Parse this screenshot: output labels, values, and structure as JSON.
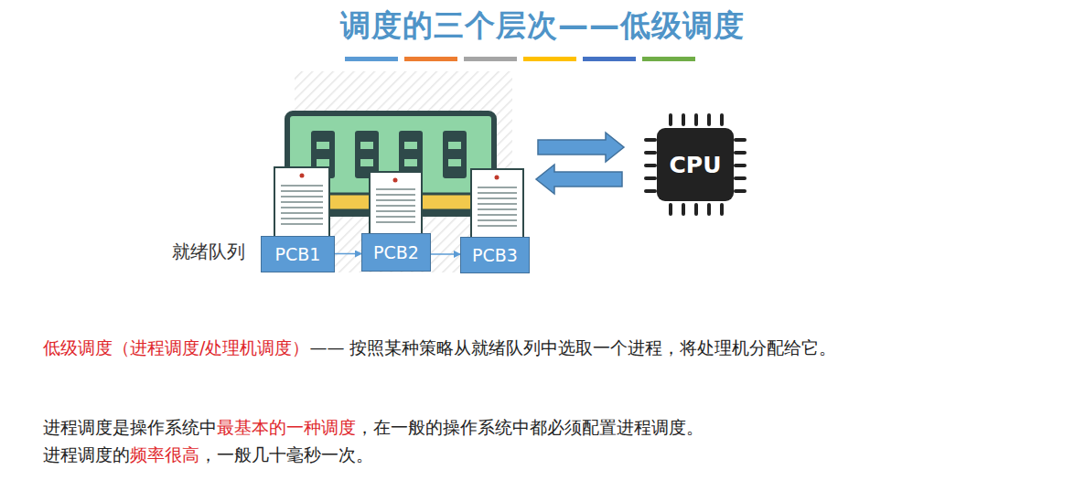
{
  "diagram": {
    "title": "调度的三个层次——低级调度",
    "nodes": [
      {
        "text": [
          "CPU"
        ]
      },
      {
        "text": [
          "PCB1"
        ]
      },
      {
        "text": [
          "PCB2"
        ]
      },
      {
        "text": [
          "PCB3"
        ]
      }
    ],
    "edges": [
      {
        "from": 1,
        "to": 2,
        "arrow": "to"
      },
      {
        "from": 2,
        "to": 3,
        "arrow": "to"
      }
    ],
    "labels": [
      "就绪队列",
      "低级调度（进程调度/处理机调度）",
      "—— 按照某种策略从就绪队列中选取一个进程，将处理机分配给它。",
      "进程调度是操作系统中",
      "最基本的一种调度",
      "，在一般的操作系统中都必须配置进程调度。",
      "进程调度的",
      "频率很高",
      "，一般几十毫秒一次。"
    ]
  }
}
